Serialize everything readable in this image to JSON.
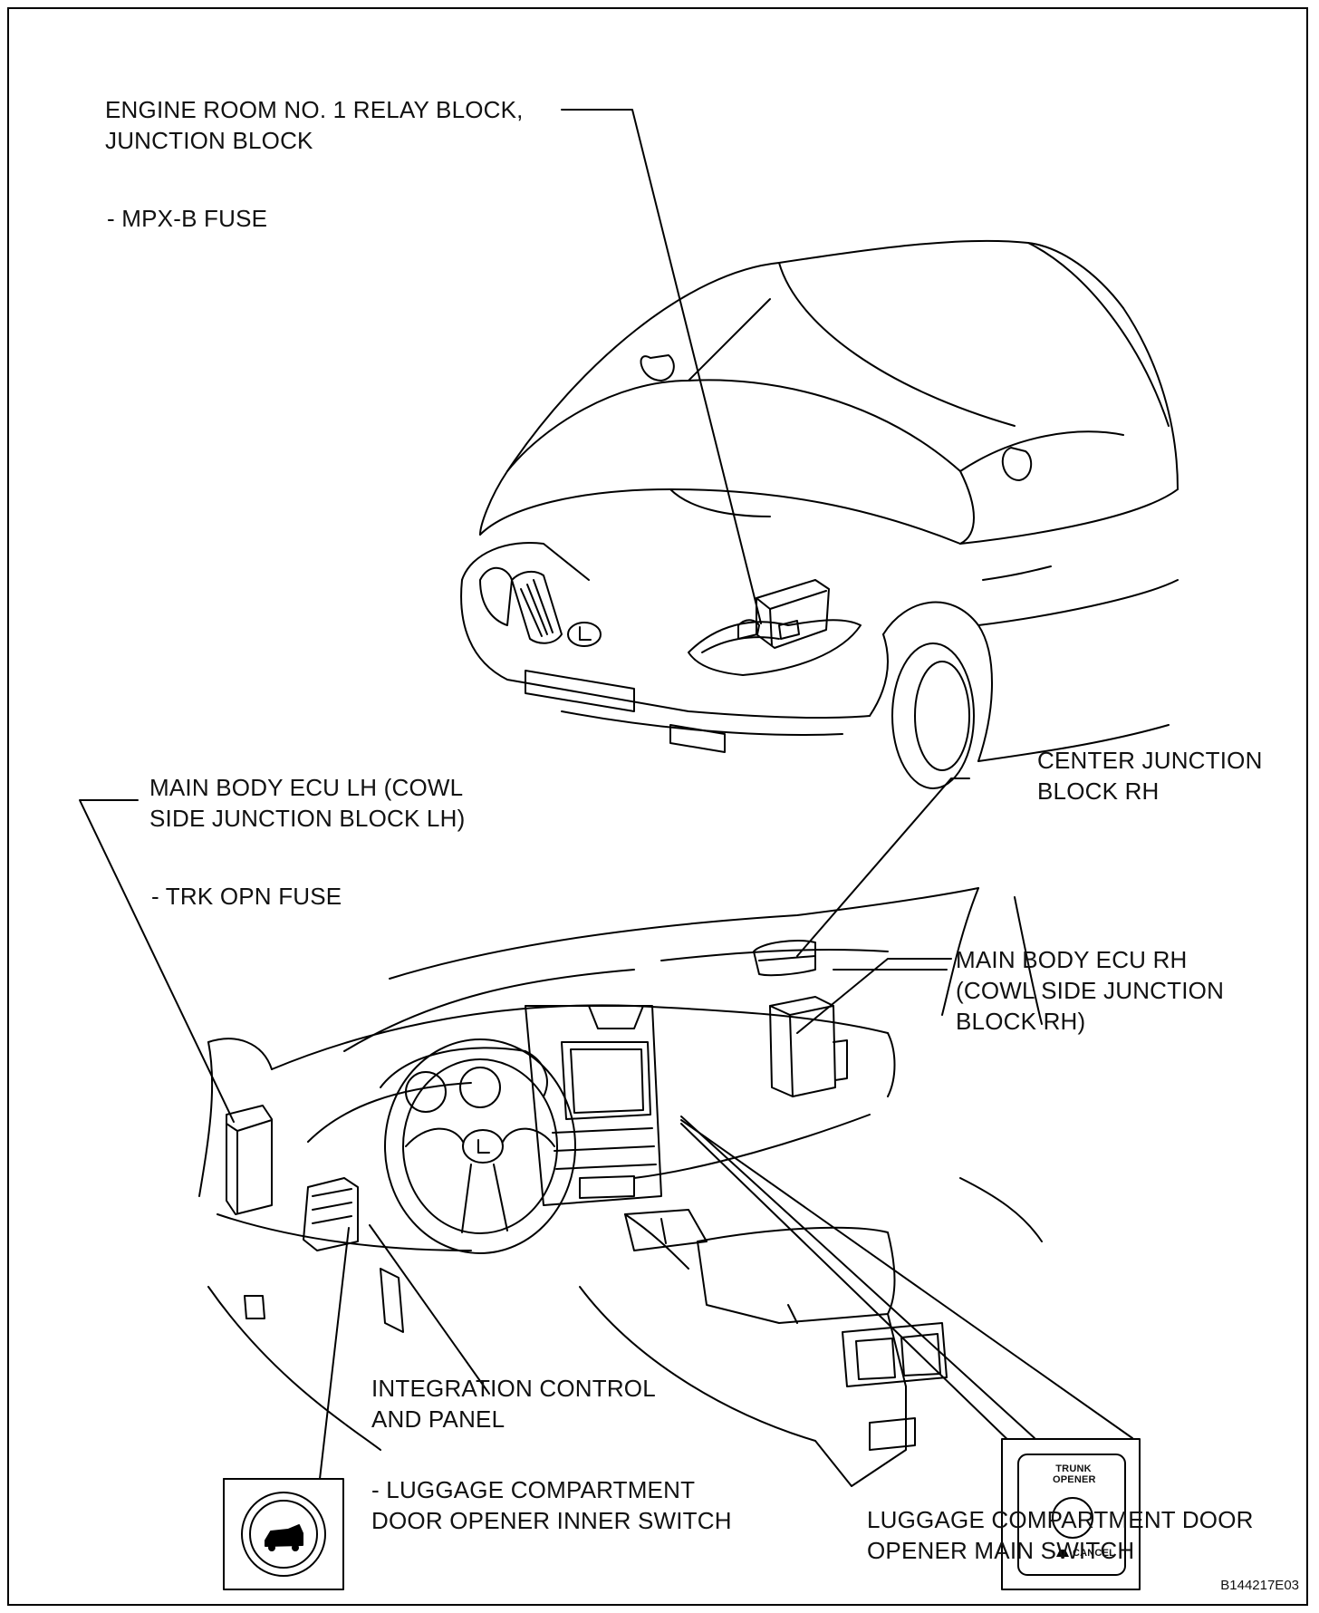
{
  "labels": {
    "engine_room_block": [
      "ENGINE ROOM NO. 1 RELAY BLOCK,",
      "JUNCTION BLOCK"
    ],
    "mpx_b_fuse": "- MPX-B FUSE",
    "center_junction_block": [
      "CENTER JUNCTION",
      "BLOCK RH"
    ],
    "main_body_ecu_lh": [
      "MAIN BODY ECU LH (COWL",
      "SIDE JUNCTION BLOCK LH)"
    ],
    "trk_opn_fuse": "- TRK OPN FUSE",
    "main_body_ecu_rh": [
      "MAIN BODY ECU RH",
      "(COWL SIDE JUNCTION",
      "BLOCK RH)"
    ],
    "integration_control": [
      "INTEGRATION CONTROL",
      "AND PANEL"
    ],
    "inner_switch": [
      "- LUGGAGE COMPARTMENT",
      "DOOR OPENER INNER SWITCH"
    ],
    "main_switch": [
      "LUGGAGE COMPARTMENT DOOR",
      "OPENER MAIN SWITCH"
    ]
  },
  "switch_panel": {
    "top_text": [
      "TRUNK",
      "OPENER"
    ],
    "bottom_text": "CANCEL"
  },
  "figure_code": "B144217E03",
  "icons": [
    "trunk-open-icon",
    "lexus-emblem-icon"
  ]
}
